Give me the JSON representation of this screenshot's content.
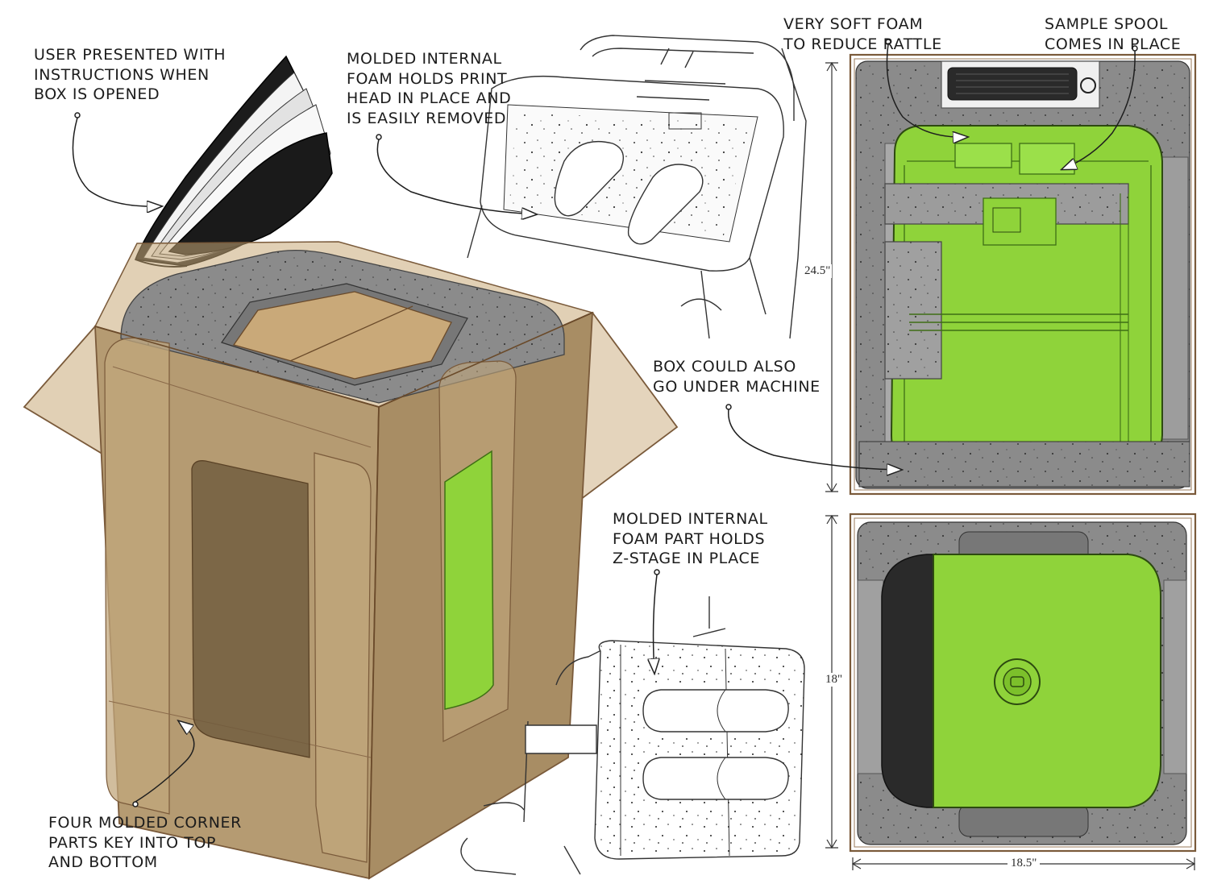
{
  "callouts": {
    "instructions": [
      "USER PRESENTED WITH",
      "INSTRUCTIONS WHEN",
      "BOX IS OPENED"
    ],
    "print_head_foam": [
      "MOLDED INTERNAL",
      "FOAM HOLDS PRINT",
      "HEAD IN PLACE AND",
      "IS EASILY REMOVED"
    ],
    "soft_foam": [
      "VERY SOFT FOAM",
      "TO REDUCE RATTLE"
    ],
    "sample_spool": [
      "SAMPLE SPOOL",
      "COMES IN PLACE"
    ],
    "box_under_machine": [
      "BOX COULD ALSO",
      "GO UNDER MACHINE"
    ],
    "z_stage_foam": [
      "MOLDED INTERNAL",
      "FOAM PART HOLDS",
      "Z-STAGE IN PLACE"
    ],
    "corner_parts": [
      "FOUR MOLDED CORNER",
      "PARTS KEY INTO TOP",
      "AND BOTTOM"
    ]
  },
  "dimensions": {
    "top_view_height": "24.5\"",
    "front_view_height": "18\"",
    "width": "18.5\""
  },
  "colors": {
    "printer_green": "#8fd33a",
    "foam_gray": "#8a8a8a",
    "cardboard_tan": "#c9a979",
    "box_outline": "#7a5a3a"
  }
}
